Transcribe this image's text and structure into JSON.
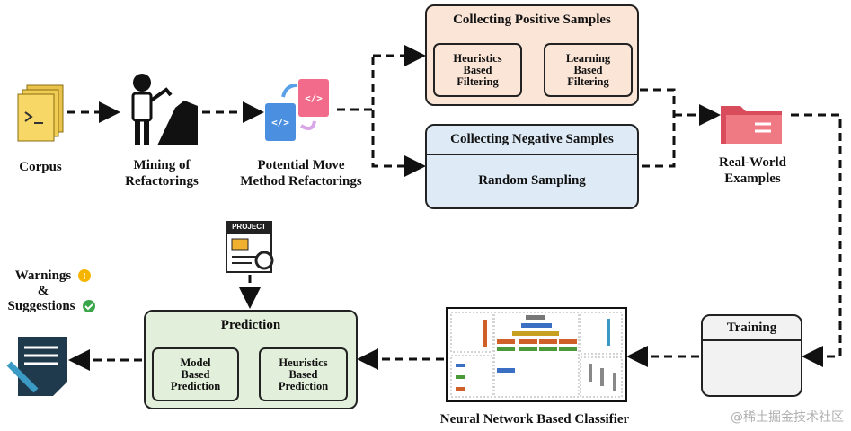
{
  "nodes": {
    "corpus": "Corpus",
    "mining": [
      "Mining of",
      "Refactorings"
    ],
    "potential": [
      "Potential Move",
      "Method Refactorings"
    ],
    "positive": {
      "title": "Collecting Positive Samples",
      "heuristics": [
        "Heuristics",
        "Based",
        "Filtering"
      ],
      "learning": [
        "Learning",
        "Based",
        "Filtering"
      ]
    },
    "negative": {
      "title": "Collecting Negative Samples",
      "body": "Random Sampling"
    },
    "real_world": [
      "Real-World",
      "Examples"
    ],
    "training": "Training",
    "classifier": "Neural Network Based Classifier",
    "prediction": {
      "title": "Prediction",
      "model": [
        "Model",
        "Based",
        "Prediction"
      ],
      "heuristics": [
        "Heuristics",
        "Based",
        "Prediction"
      ]
    },
    "project_icon_text": "PROJECT",
    "output": {
      "warnings": "Warnings",
      "amp": "&",
      "suggestions": "Suggestions"
    }
  },
  "watermark": "@稀土掘金技术社区",
  "colors": {
    "positive_bg": "#fbe5d6",
    "negative_bg": "#deebf7",
    "prediction_bg": "#e2efda",
    "training_bg": "#f2f2f2",
    "warning": "#f5b400",
    "success": "#3aa64a"
  }
}
